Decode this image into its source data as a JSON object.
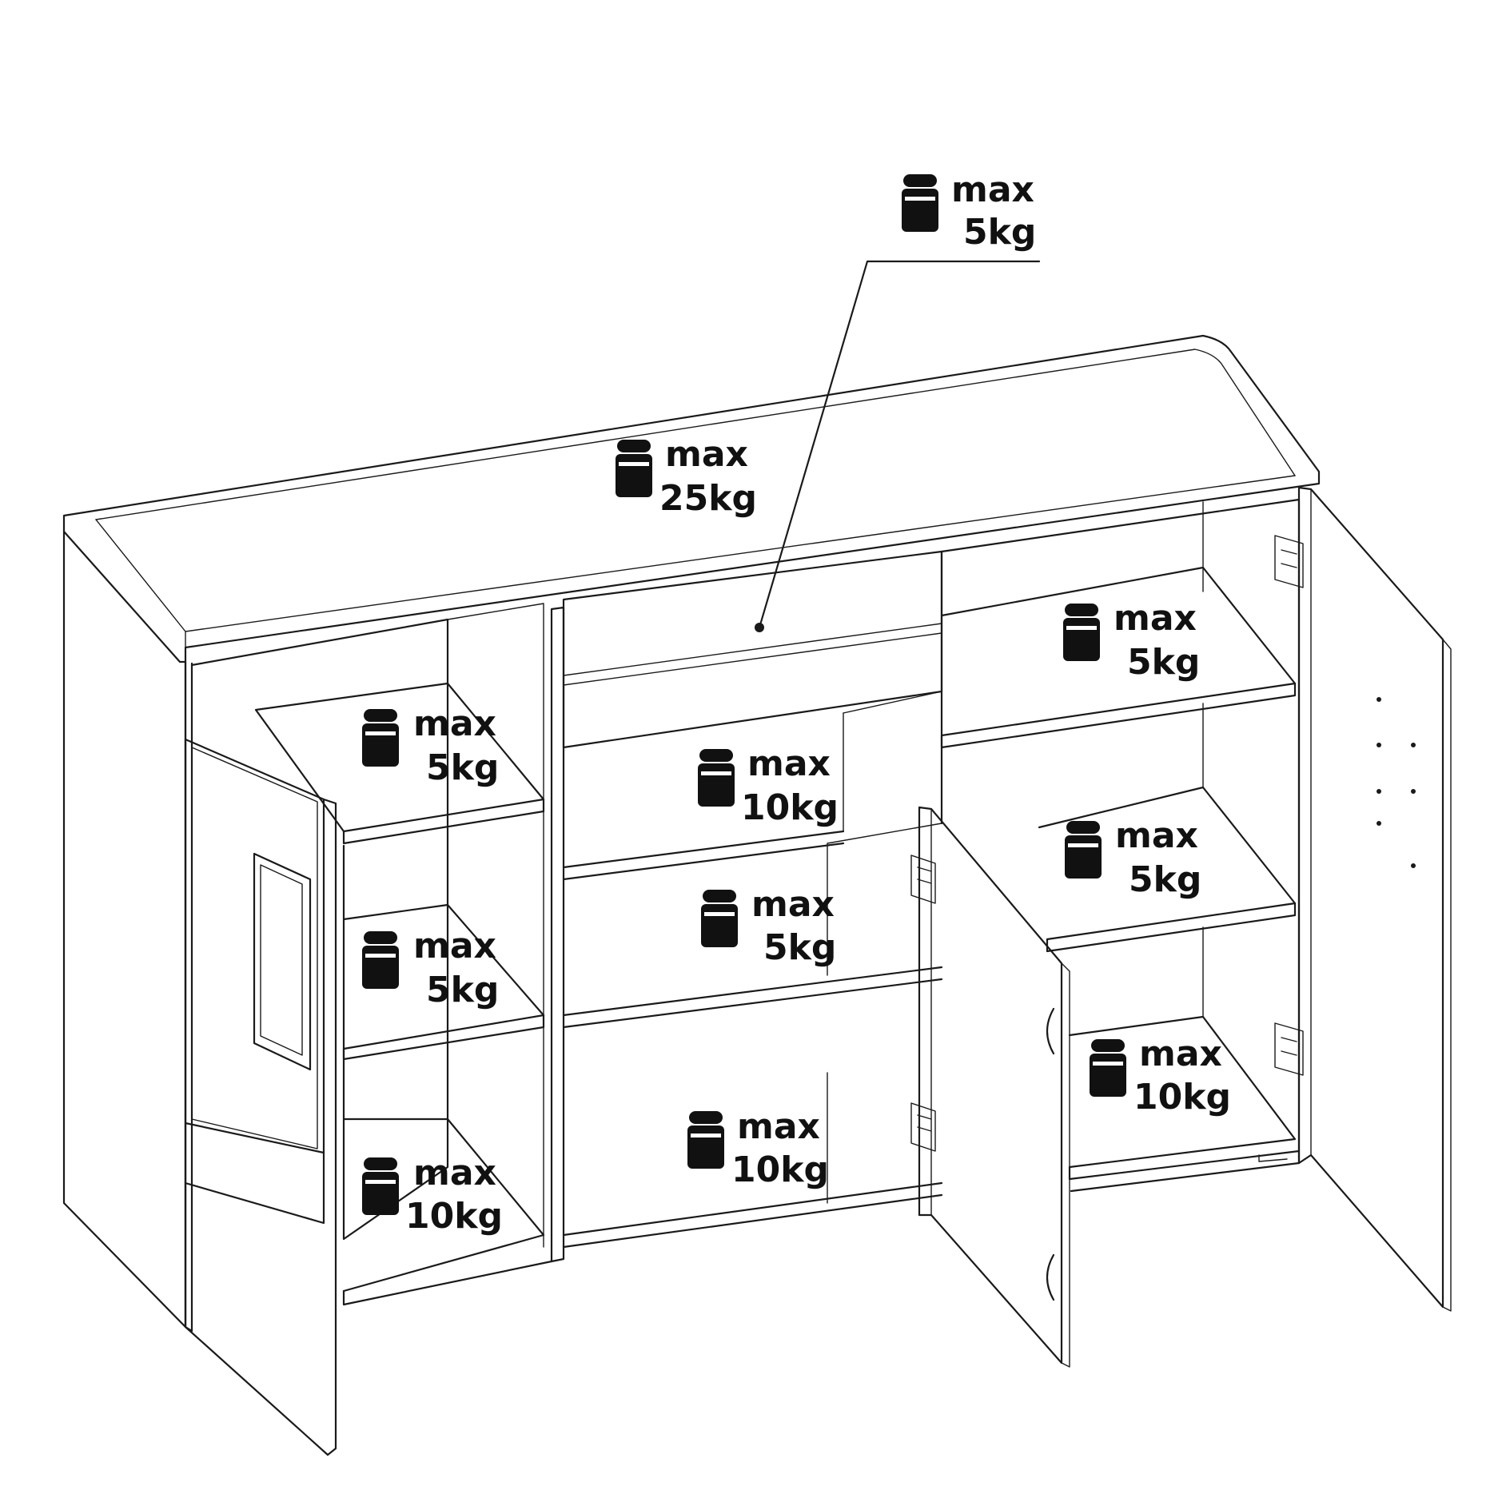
{
  "labels": {
    "drawer": {
      "line1": "max",
      "line2": "5kg"
    },
    "top": {
      "line1": "max",
      "line2": "25kg"
    },
    "left_shelf_1": {
      "line1": "max",
      "line2": "5kg"
    },
    "left_shelf_2": {
      "line1": "max",
      "line2": "5kg"
    },
    "left_bottom": {
      "line1": "max",
      "line2": "10kg"
    },
    "middle_upper": {
      "line1": "max",
      "line2": "10kg"
    },
    "middle_shelf": {
      "line1": "max",
      "line2": "5kg"
    },
    "middle_bottom": {
      "line1": "max",
      "line2": "10kg"
    },
    "right_shelf_1": {
      "line1": "max",
      "line2": "5kg"
    },
    "right_shelf_2": {
      "line1": "max",
      "line2": "5kg"
    },
    "right_bottom": {
      "line1": "max",
      "line2": "10kg"
    }
  },
  "icons": {
    "weight": "weight-icon"
  },
  "colors": {
    "line": "#1a1a1a",
    "icon": "#111111",
    "background": "#ffffff"
  }
}
